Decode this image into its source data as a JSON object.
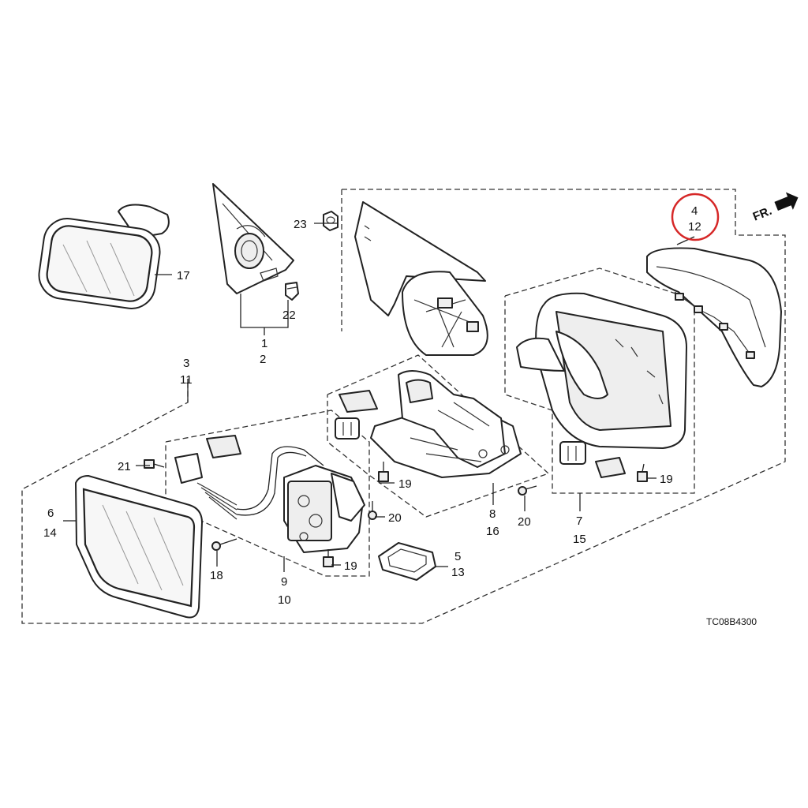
{
  "callouts": {
    "c1": "1",
    "c2": "2",
    "c3": "3",
    "c4": "4",
    "c5": "5",
    "c6": "6",
    "c7": "7",
    "c8": "8",
    "c9": "9",
    "c10": "10",
    "c11": "11",
    "c12": "12",
    "c13": "13",
    "c14": "14",
    "c15": "15",
    "c16": "16",
    "c17": "17",
    "c18": "18",
    "c19": "19",
    "c20": "20",
    "c21": "21",
    "c22": "22",
    "c23": "23"
  },
  "direction_label": "FR.",
  "diagram_code": "TC08B4300",
  "highlight": {
    "color": "#d62828",
    "target": "4 / 12"
  }
}
